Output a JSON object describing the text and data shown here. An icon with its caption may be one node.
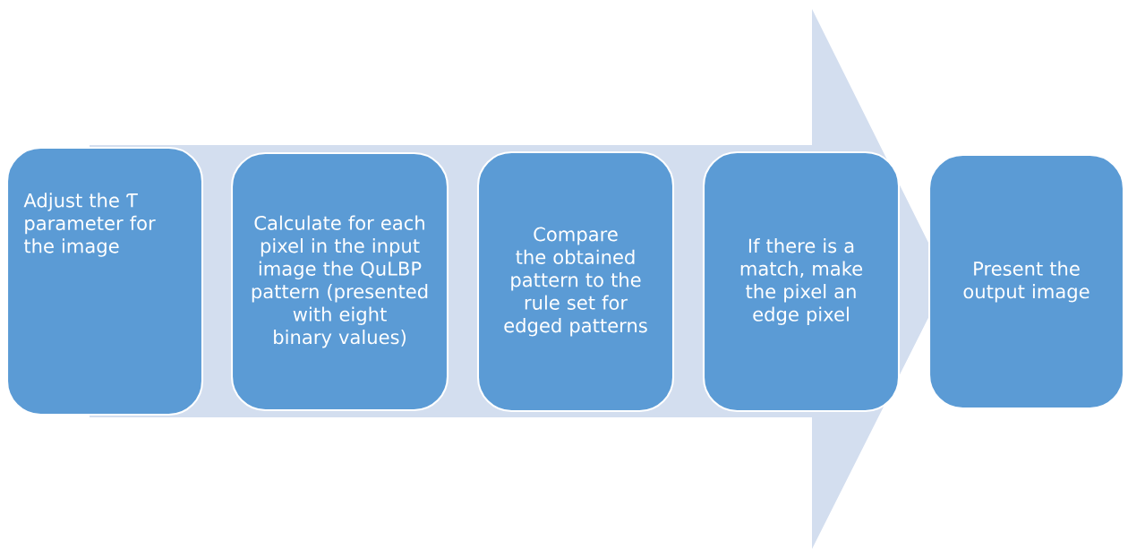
{
  "diagram": {
    "nodes": [
      {
        "text": [
          "Adjust the Ƭ parameter for the image"
        ]
      },
      {
        "text": [
          "Calculate for each pixel in the input image the QuLBP pattern (presented with eight binary values)"
        ]
      },
      {
        "text": [
          "Compare the obtained pattern to the rule set for edged patterns"
        ]
      },
      {
        "text": [
          "If there is a match, make the pixel an edge pixel"
        ]
      },
      {
        "text": [
          "Present the output image"
        ]
      }
    ]
  }
}
